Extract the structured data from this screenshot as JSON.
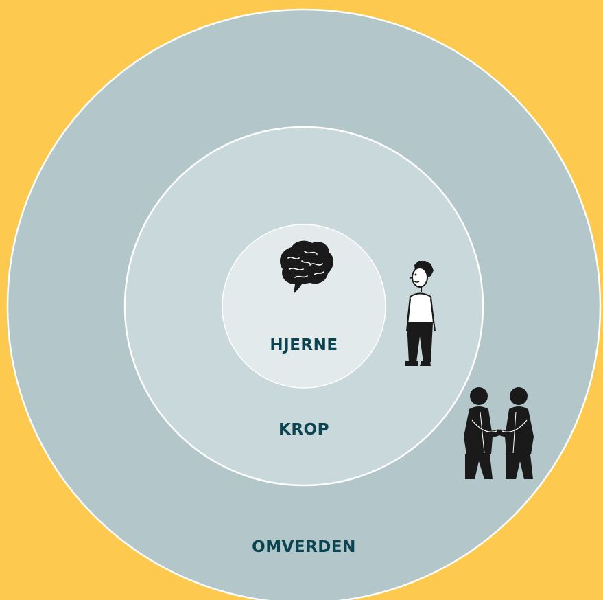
{
  "diagram": {
    "rings": {
      "outer_label": "OMVERDEN",
      "middle_label": "KROP",
      "inner_label": "HJERNE"
    },
    "icons": [
      "brain-icon",
      "person-icon",
      "handshake-people-icon"
    ],
    "colors": {
      "background": "#FDC94F",
      "outer_ring": "#B3C6C9",
      "middle_ring": "#C9D8DB",
      "inner_ring": "#E2EAEC",
      "ring_stroke": "#FFFFFF",
      "label_text": "#0B4450"
    }
  }
}
